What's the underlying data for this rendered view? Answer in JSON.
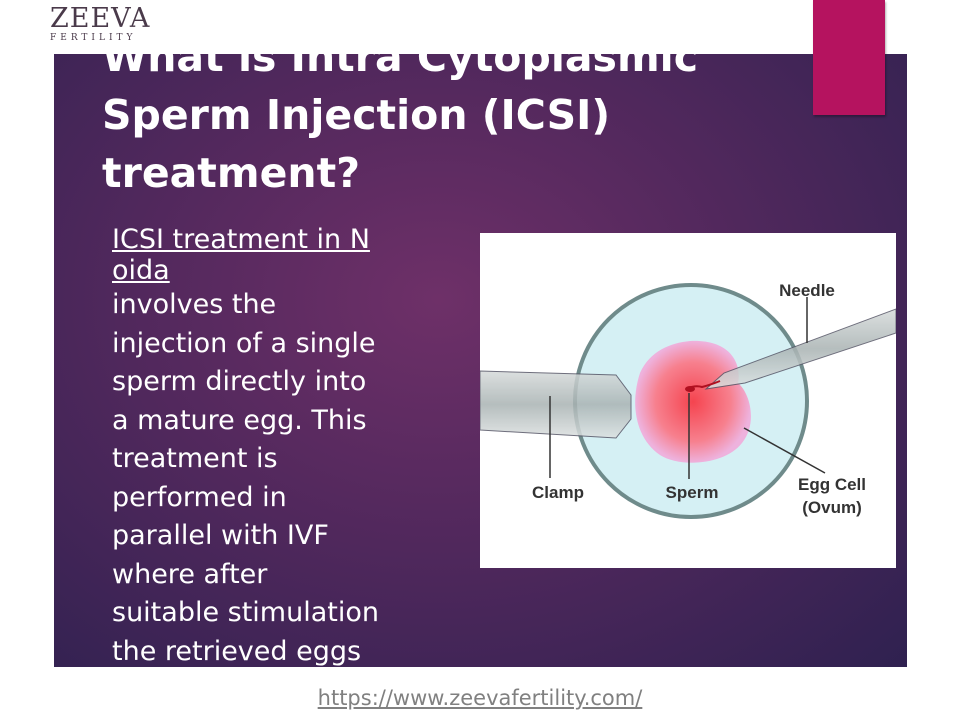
{
  "logo": {
    "line1": "ZEEVA",
    "line2": "FERTILITY"
  },
  "title": {
    "lines": [
      "What is Intra Cytoplasmic",
      "Sperm Injection (ICSI)",
      "treatment?"
    ]
  },
  "body": {
    "link_lines": [
      "ICSI treatment in N",
      "oida "
    ],
    "lines": [
      "involves the",
      "injection of a single",
      "sperm directly into",
      "a mature egg. This",
      "treatment is",
      "performed in",
      "parallel with IVF",
      "where after",
      "suitable stimulation",
      "the retrieved eggs"
    ]
  },
  "diagram": {
    "labels": {
      "needle": "Needle",
      "clamp": "Clamp",
      "sperm": "Sperm",
      "egg1": "Egg Cell",
      "egg2": "(Ovum)"
    }
  },
  "footer": {
    "url": "https://www.zeevafertility.com/"
  },
  "colors": {
    "accent": "#b5135f",
    "slide_bg": "#55295e"
  }
}
